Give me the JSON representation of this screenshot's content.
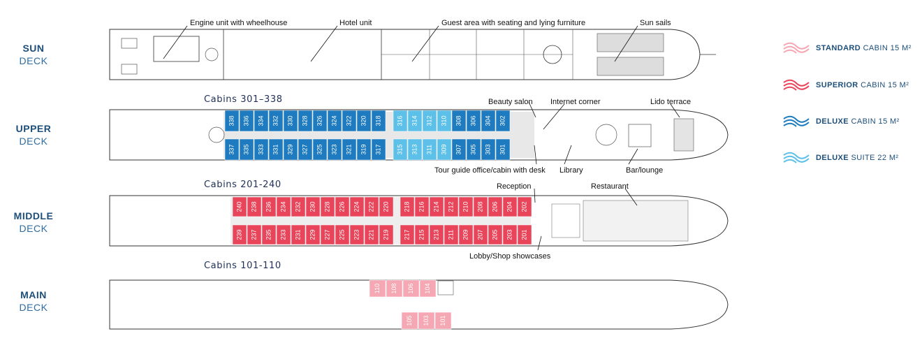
{
  "decks": [
    {
      "bold": "SUN",
      "normal": "DECK"
    },
    {
      "bold": "UPPER",
      "normal": "DECK"
    },
    {
      "bold": "MIDDLE",
      "normal": "DECK"
    },
    {
      "bold": "MAIN",
      "normal": "DECK"
    }
  ],
  "cabin_headings": {
    "upper": "Cabins 301–338",
    "middle": "Cabins 201-240",
    "main": "Cabins 101-110"
  },
  "callouts": {
    "engine": "Engine unit with wheelhouse",
    "hotel": "Hotel unit",
    "guest": "Guest area with seating and lying furniture",
    "sun_sails": "Sun sails",
    "beauty": "Beauty salon",
    "internet": "Internet corner",
    "lido": "Lido terrace",
    "tour": "Tour guide office/cabin with desk",
    "library": "Library",
    "bar": "Bar/lounge",
    "reception": "Reception",
    "restaurant": "Restaurant",
    "lobby": "Lobby/Shop showcases"
  },
  "legend": [
    {
      "bold": "STANDARD",
      "rest": " CABIN 15 M²",
      "color": "#f5a7b3",
      "text_color": "#1d4f7a",
      "icon": "waves-icon"
    },
    {
      "bold": "SUPERIOR",
      "rest": " CABIN 15 M²",
      "color": "#e8445a",
      "text_color": "#1d4f7a",
      "icon": "waves-icon"
    },
    {
      "bold": "DELUXE",
      "rest": " CABIN 15 M²",
      "color": "#1f7bc0",
      "text_color": "#1d4f7a",
      "icon": "waves-icon"
    },
    {
      "bold": "DELUXE",
      "rest": " SUITE 22 M²",
      "color": "#5cc0e8",
      "text_color": "#1d4f7a",
      "icon": "waves-icon"
    }
  ],
  "colors": {
    "deluxe_cabin": "#1f7bc0",
    "deluxe_suite": "#5cc0e8",
    "superior": "#e8445a",
    "standard": "#f5a7b3",
    "hull": "#333333"
  },
  "cabins": {
    "upper_suites_top": [
      "316",
      "314",
      "312",
      "310"
    ],
    "upper_deluxe_top": [
      "338",
      "336",
      "334",
      "332",
      "330",
      "328",
      "326",
      "324",
      "322",
      "320",
      "318",
      "308",
      "306",
      "304",
      "302"
    ],
    "upper_suites_bottom": [
      "315",
      "313",
      "311",
      "309"
    ],
    "upper_deluxe_bottom": [
      "337",
      "335",
      "333",
      "331",
      "329",
      "327",
      "325",
      "323",
      "321",
      "319",
      "317",
      "307",
      "305",
      "303",
      "301"
    ],
    "middle_top": [
      "240",
      "238",
      "236",
      "234",
      "232",
      "230",
      "228",
      "226",
      "224",
      "222",
      "220",
      "218",
      "216",
      "214",
      "212",
      "210",
      "208",
      "206",
      "204",
      "202"
    ],
    "middle_bottom": [
      "239",
      "237",
      "235",
      "233",
      "231",
      "229",
      "227",
      "225",
      "223",
      "221",
      "219",
      "217",
      "215",
      "213",
      "211",
      "209",
      "207",
      "205",
      "203",
      "201"
    ],
    "main_top": [
      "110",
      "108",
      "106",
      "104"
    ],
    "main_bottom": [
      "105",
      "103",
      "101"
    ]
  }
}
